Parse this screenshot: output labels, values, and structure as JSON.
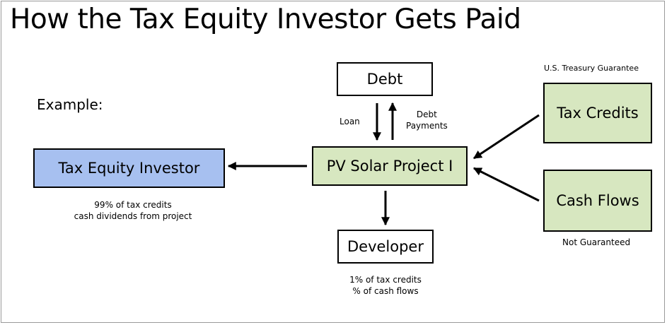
{
  "title": "How the Tax Equity Investor Gets Paid",
  "example_label": "Example:",
  "boxes": {
    "debt": "Debt",
    "project": "PV Solar Project I",
    "investor": "Tax Equity Investor",
    "developer": "Developer",
    "tax_credits": "Tax Credits",
    "cash_flows": "Cash Flows"
  },
  "labels": {
    "loan": "Loan",
    "debt_payments_line1": "Debt",
    "debt_payments_line2": "Payments",
    "treasury_guarantee": "U.S. Treasury Guarantee",
    "not_guaranteed": "Not Guaranteed",
    "investor_note_line1": "99% of tax credits",
    "investor_note_line2": "cash dividends from project",
    "developer_note_line1": "1% of tax credits",
    "developer_note_line2": "% of cash flows"
  },
  "colors": {
    "project_fill": "#d7e7c0",
    "investor_fill": "#a7c0f0",
    "source_fill": "#d7e7c0"
  }
}
